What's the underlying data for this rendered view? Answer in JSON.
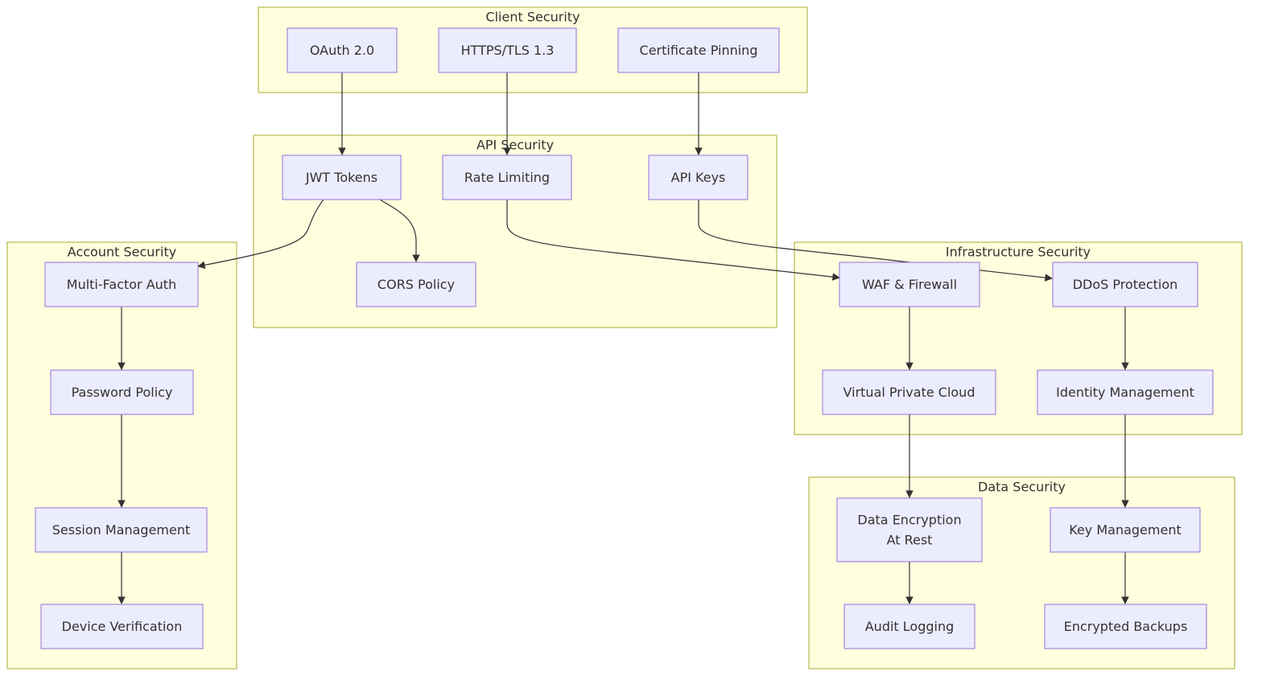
{
  "colors": {
    "cluster_fill": "#ffffde",
    "cluster_border": "#aaaa33",
    "node_fill": "#ececff",
    "node_border": "#9370db",
    "text": "#333333",
    "edge": "#333333"
  },
  "clusters": [
    {
      "id": "client",
      "label": "Client Security"
    },
    {
      "id": "api",
      "label": "API Security"
    },
    {
      "id": "account",
      "label": "Account Security"
    },
    {
      "id": "infra",
      "label": "Infrastructure Security"
    },
    {
      "id": "data",
      "label": "Data Security"
    }
  ],
  "nodes": [
    {
      "id": "oauth",
      "lines": [
        "OAuth 2.0"
      ]
    },
    {
      "id": "https",
      "lines": [
        "HTTPS/TLS 1.3"
      ]
    },
    {
      "id": "pinning",
      "lines": [
        "Certificate Pinning"
      ]
    },
    {
      "id": "jwt",
      "lines": [
        "JWT Tokens"
      ]
    },
    {
      "id": "rate",
      "lines": [
        "Rate Limiting"
      ]
    },
    {
      "id": "apikeys",
      "lines": [
        "API Keys"
      ]
    },
    {
      "id": "cors",
      "lines": [
        "CORS Policy"
      ]
    },
    {
      "id": "mfa",
      "lines": [
        "Multi-Factor Auth"
      ]
    },
    {
      "id": "password",
      "lines": [
        "Password Policy"
      ]
    },
    {
      "id": "session",
      "lines": [
        "Session Management"
      ]
    },
    {
      "id": "device",
      "lines": [
        "Device Verification"
      ]
    },
    {
      "id": "waf",
      "lines": [
        "WAF & Firewall"
      ]
    },
    {
      "id": "ddos",
      "lines": [
        "DDoS Protection"
      ]
    },
    {
      "id": "vpc",
      "lines": [
        "Virtual Private Cloud"
      ]
    },
    {
      "id": "idm",
      "lines": [
        "Identity Management"
      ]
    },
    {
      "id": "encrest",
      "lines": [
        "Data Encryption",
        "At Rest"
      ]
    },
    {
      "id": "keymgmt",
      "lines": [
        "Key Management"
      ]
    },
    {
      "id": "audit",
      "lines": [
        "Audit Logging"
      ]
    },
    {
      "id": "backups",
      "lines": [
        "Encrypted Backups"
      ]
    }
  ],
  "edges": [
    {
      "from": "oauth",
      "to": "jwt"
    },
    {
      "from": "https",
      "to": "rate"
    },
    {
      "from": "pinning",
      "to": "apikeys"
    },
    {
      "from": "jwt",
      "to": "mfa"
    },
    {
      "from": "jwt",
      "to": "cors"
    },
    {
      "from": "rate",
      "to": "waf"
    },
    {
      "from": "apikeys",
      "to": "ddos"
    },
    {
      "from": "mfa",
      "to": "password"
    },
    {
      "from": "password",
      "to": "session"
    },
    {
      "from": "session",
      "to": "device"
    },
    {
      "from": "waf",
      "to": "vpc"
    },
    {
      "from": "ddos",
      "to": "idm"
    },
    {
      "from": "vpc",
      "to": "encrest"
    },
    {
      "from": "idm",
      "to": "keymgmt"
    },
    {
      "from": "encrest",
      "to": "audit"
    },
    {
      "from": "keymgmt",
      "to": "backups"
    }
  ]
}
